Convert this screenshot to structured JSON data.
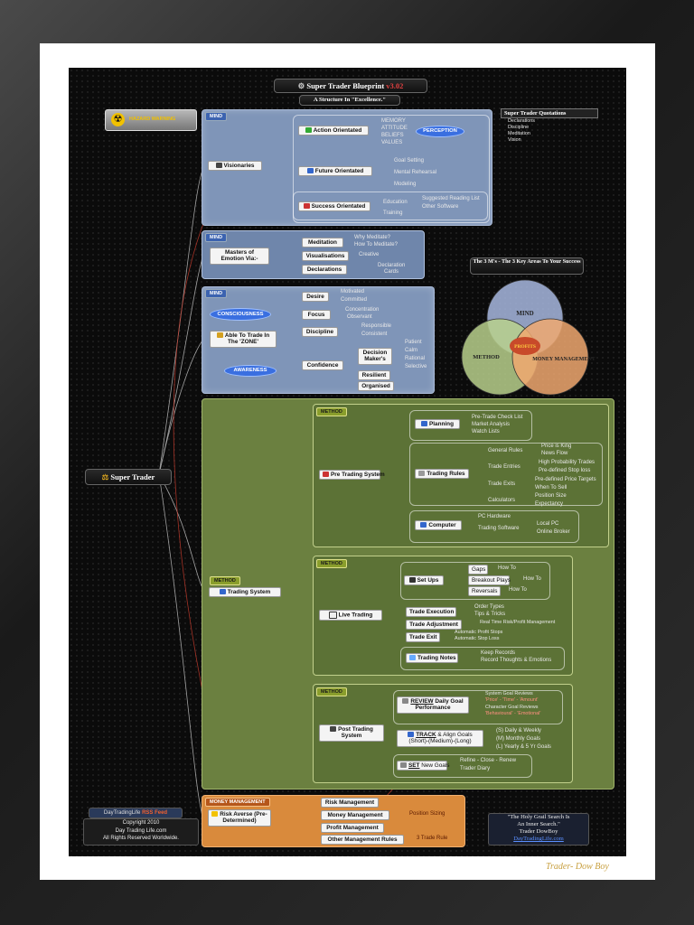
{
  "signature": "Trader- Dow Boy",
  "header": {
    "title": "Super Trader Blueprint",
    "version": "v3.02",
    "subtitle": "A Structure In \"Excellence.\""
  },
  "left_badge": "HAZARD WARNING",
  "quotations": {
    "title": "Super Trader Quotations",
    "items": [
      "Declarations",
      "Discipline",
      "Meditation",
      "Vision"
    ]
  },
  "central_node": "Super Trader",
  "mind1": {
    "tag": "MIND",
    "root": "Visionaries",
    "action": "Action Orientated",
    "action_items": [
      "MEMORY",
      "ATTITUDE",
      "BELIEFS",
      "VALUES"
    ],
    "perception": "PERCEPTION",
    "future": "Future Orientated",
    "future_items": [
      "Goal Setting",
      "Mental Rehearsal",
      "Modeling"
    ],
    "success": "Success Orientated",
    "education": "Education",
    "education_items": [
      "Suggested Reading List",
      "Other Software"
    ],
    "training": "Training"
  },
  "mind2": {
    "tag": "MIND",
    "root": "Masters of Emotion Via:-",
    "meditation": "Meditation",
    "meditation_items": [
      "Why Meditate?",
      "How To Meditate?"
    ],
    "visualisations": "Visualisations",
    "creative": "Creative",
    "declarations": "Declarations",
    "declaration_cards": "Declaration Cards"
  },
  "mind3": {
    "tag": "MIND",
    "consciousness": "CONSCIOUSNESS",
    "root": "Able To Trade In The 'ZONE'",
    "awareness": "AWARENESS",
    "desire": "Desire",
    "desire_items": [
      "Motivated",
      "Committed"
    ],
    "focus": "Focus",
    "focus_items": [
      "Concentration",
      "Observant"
    ],
    "discipline": "Discipline",
    "discipline_items": [
      "Responsible",
      "Consistent"
    ],
    "confidence": "Confidence",
    "decision_makers": "Decision Maker's",
    "decision_items": [
      "Patient",
      "Calm",
      "Rational",
      "Selective"
    ],
    "resilient": "Resilient",
    "organised": "Organised"
  },
  "venn": {
    "title": "The 3 M's - The 3 Key Areas To Your Success",
    "mind": "MIND",
    "method": "METHOD",
    "money": "MONEY MANAGEMENT",
    "center": "PROFITS",
    "colors": {
      "mind": "#a8b8e0",
      "method": "#b8d08c",
      "money": "#f0a870",
      "profits": "#c84a2a"
    }
  },
  "trading_system": {
    "tag": "METHOD",
    "root": "Trading System",
    "pre": {
      "tag": "METHOD",
      "root": "Pre Trading System",
      "planning": "Planning",
      "planning_items": [
        "Pre-Trade Check List",
        "Market Analysis",
        "Watch Lists"
      ],
      "rules": "Trading Rules",
      "general": "General Rules",
      "general_items": [
        "Price is King",
        "News Flow"
      ],
      "entries": "Trade Entries",
      "entries_items": [
        "High Probability Trades",
        "Pre-defined Stop loss"
      ],
      "exits": "Trade Exits",
      "exits_items": [
        "Pre-defined Price Targets",
        "When To Sell"
      ],
      "calculators": "Calculators",
      "calc_items": [
        "Position Size",
        "Expectancy"
      ],
      "computer": "Computer",
      "pc_hardware": "PC Hardware",
      "software": "Trading Software",
      "software_items": [
        "Local PC",
        "Online Broker"
      ]
    },
    "live": {
      "tag": "METHOD",
      "root": "Live Trading",
      "setups": "Set Ups",
      "gaps": "Gaps",
      "breakout": "Breakout Plays",
      "reversals": "Reversals",
      "how_to": "How To",
      "execution": "Trade Execution",
      "execution_items": [
        "Order Types",
        "Tips & Tricks"
      ],
      "adjustment": "Trade Adjustment",
      "adjustment_item": "Real Time Risk/Profit Management",
      "exit": "Trade Exit",
      "exit_items": [
        "Automatic Profit Stops",
        "Automatic Stop Loss"
      ],
      "notes": "Trading Notes",
      "notes_items": [
        "Keep Records",
        "Record Thoughts & Emotions"
      ]
    },
    "post": {
      "tag": "METHOD",
      "root": "Post Trading System",
      "review_kw": "REVIEW",
      "review": "Daily Goal Performance",
      "review_items": [
        "System Goal Reviews",
        "'Price' - 'Time' - 'Amount'",
        "Character Goal Reviews",
        "'Behavioural' - 'Emotional'"
      ],
      "track_kw": "TRACK",
      "track": "& Align Goals (Short)-(Medium)-(Long)",
      "track_items": [
        "(S) Daily & Weekly",
        "(M) Monthly Goals",
        "(L) Yearly & 5 Yr Goals"
      ],
      "set_kw": "SET",
      "set": "New Goals",
      "set_items": [
        "Refine - Close - Renew",
        "Trader Diary"
      ]
    }
  },
  "money": {
    "tag": "MONEY MANAGEMENT",
    "root": "Risk Averse (Pre-Determined)",
    "items": [
      "Risk Management",
      "Money Management",
      "Profit Management",
      "Other Management Rules"
    ],
    "position_sizing": "Position Sizing",
    "rule": "3 Trade Rule"
  },
  "footer": {
    "rss_site": "DayTradingLife",
    "rss_suffix": "RSS Feed",
    "copyright_line1": "Copyright 2010",
    "copyright_line2": "Day Trading Life.com",
    "copyright_line3": "All Rights Reserved Worldwide.",
    "quote_line1": "\"The Holy Grail Search Is",
    "quote_line2": "An Inner Search.\"",
    "quote_line3": "Trader DowBoy",
    "quote_link": "DayTradingLife.com"
  }
}
